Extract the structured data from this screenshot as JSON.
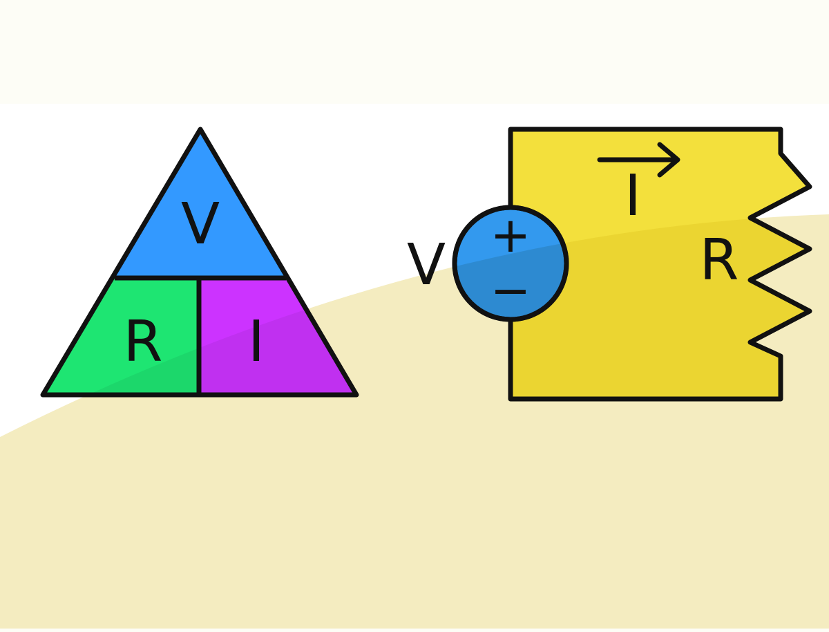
{
  "ohms_triangle": {
    "voltage_label": "V",
    "resistance_label": "R",
    "current_label": "I"
  },
  "circuit": {
    "source_voltage_label": "V",
    "source_plus_sign": "+",
    "source_minus_sign": "−",
    "current_label": "I",
    "resistor_label": "R"
  },
  "colors": {
    "background_top": "#fdfdf6",
    "background_mid": "#ffffff",
    "background_band": "#f4ecc0",
    "triangle_top": "#3399ff",
    "triangle_left": "#1ee572",
    "triangle_right": "#cc33ff",
    "circuit_fill": "#f3e03c",
    "source_fill": "#3399ee",
    "stroke": "#111111"
  }
}
